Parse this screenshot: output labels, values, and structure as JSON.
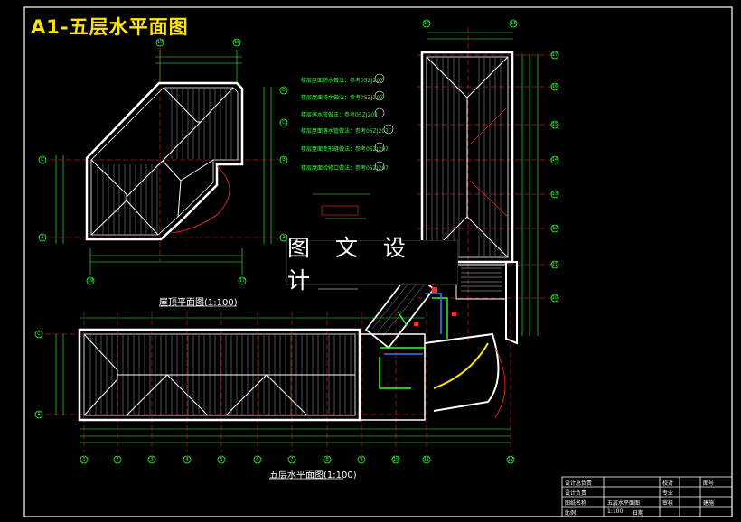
{
  "sheet": {
    "title": "A1-五层水平面图",
    "watermark": "图 文 设 计"
  },
  "views": {
    "roof_caption": "屋顶平面图(1:100)",
    "floor_caption": "五层水平面图(1:100)"
  },
  "axis_labels": {
    "roof_top": [
      "19",
      "18"
    ],
    "roof_left": [
      "C",
      "A"
    ],
    "roof_right": [
      "D",
      "C",
      "B",
      "A"
    ],
    "roof_bottom": [
      "19",
      "17"
    ],
    "floor_left": [
      "C",
      "A"
    ],
    "floor_bottom": [
      "1",
      "2",
      "3",
      "4",
      "5",
      "6",
      "7",
      "8",
      "9",
      "10",
      "11",
      "12"
    ],
    "wing_right": [
      "10",
      "11",
      "12",
      "13",
      "14",
      "15",
      "16",
      "17"
    ],
    "wing_top": [
      "14",
      "13"
    ]
  },
  "notes": [
    "楼层屋面防水做法：参考05ZJ207",
    "楼层屋面排水做法：参考05ZJ207",
    "楼层落水管做法：参考05ZJ207",
    "楼层屋面落水管做法：参考05ZJ207",
    "楼层屋面变形缝做法：参考05ZJ207",
    "楼层屋面检修口做法：参考05ZJ207"
  ],
  "title_block": {
    "cells": [
      "设计总负责",
      "设计负责",
      "图纸名称",
      "校对",
      "比例",
      "专业",
      "审核",
      "五层水平面图",
      "1:100",
      "日期",
      "图号",
      "建施"
    ]
  },
  "colors": {
    "background": "#000000",
    "frame": "#ffffff",
    "dimension": "#33ff33",
    "axis": "#ff2a2a",
    "title": "#ffe600"
  }
}
